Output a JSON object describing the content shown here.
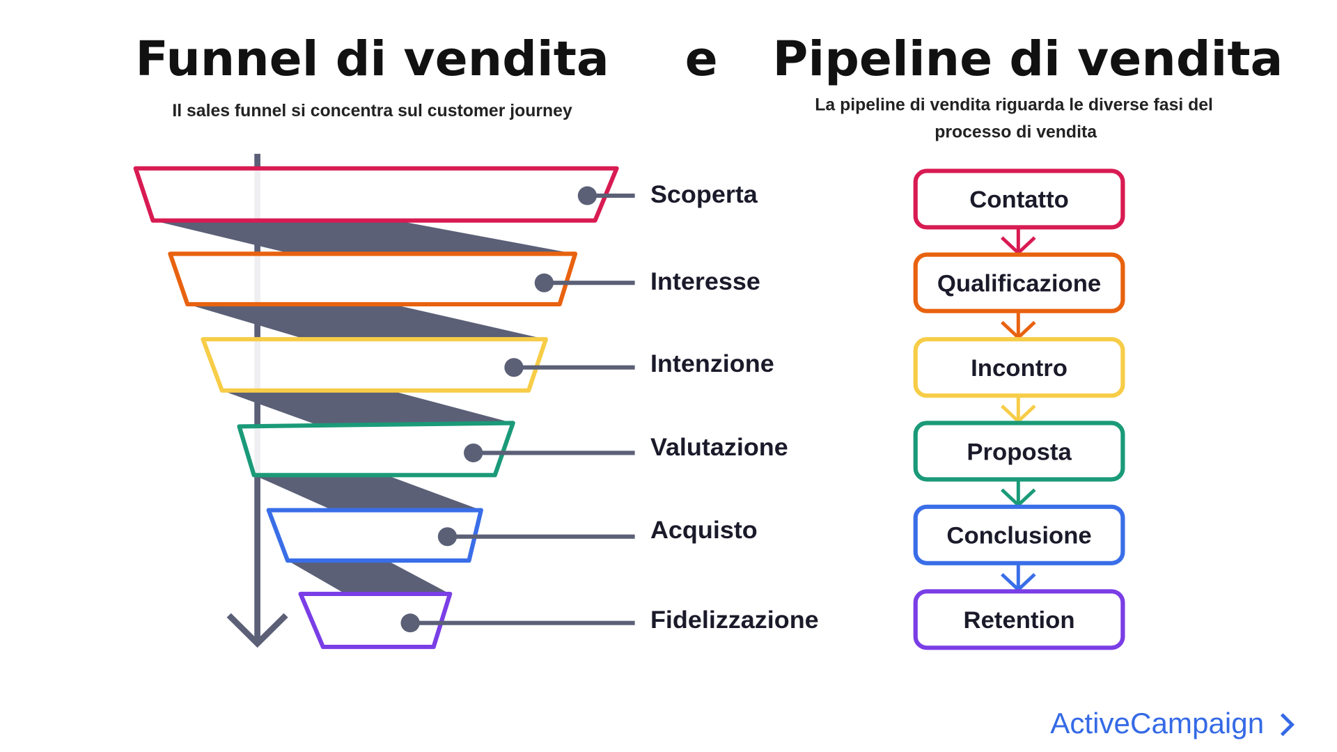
{
  "header": {
    "funnel_title": "Funnel di vendita",
    "connector": "e",
    "pipeline_title": "Pipeline di vendita",
    "funnel_subtitle": "Il sales funnel si concentra sul customer journey",
    "pipeline_subtitle_line1": "La pipeline di vendita riguarda le diverse fasi del",
    "pipeline_subtitle_line2": "processo di vendita"
  },
  "funnel": {
    "stages": [
      {
        "label": "Scoperta",
        "color": "#d81b52"
      },
      {
        "label": "Interesse",
        "color": "#e8620f"
      },
      {
        "label": "Intenzione",
        "color": "#f7cd48"
      },
      {
        "label": "Valutazione",
        "color": "#1a9a78"
      },
      {
        "label": "Acquisto",
        "color": "#3a6ee8"
      },
      {
        "label": "Fidelizzazione",
        "color": "#7a3ee6"
      }
    ],
    "band_color": "#5b6077"
  },
  "pipeline": {
    "steps": [
      {
        "label": "Contatto",
        "color": "#d81b52"
      },
      {
        "label": "Qualificazione",
        "color": "#e8620f"
      },
      {
        "label": "Incontro",
        "color": "#f7cd48"
      },
      {
        "label": "Proposta",
        "color": "#1a9a78"
      },
      {
        "label": "Conclusione",
        "color": "#3a6ee8"
      },
      {
        "label": "Retention",
        "color": "#7a3ee6"
      }
    ]
  },
  "brand": {
    "name": "ActiveCampaign",
    "chevron": "›"
  }
}
